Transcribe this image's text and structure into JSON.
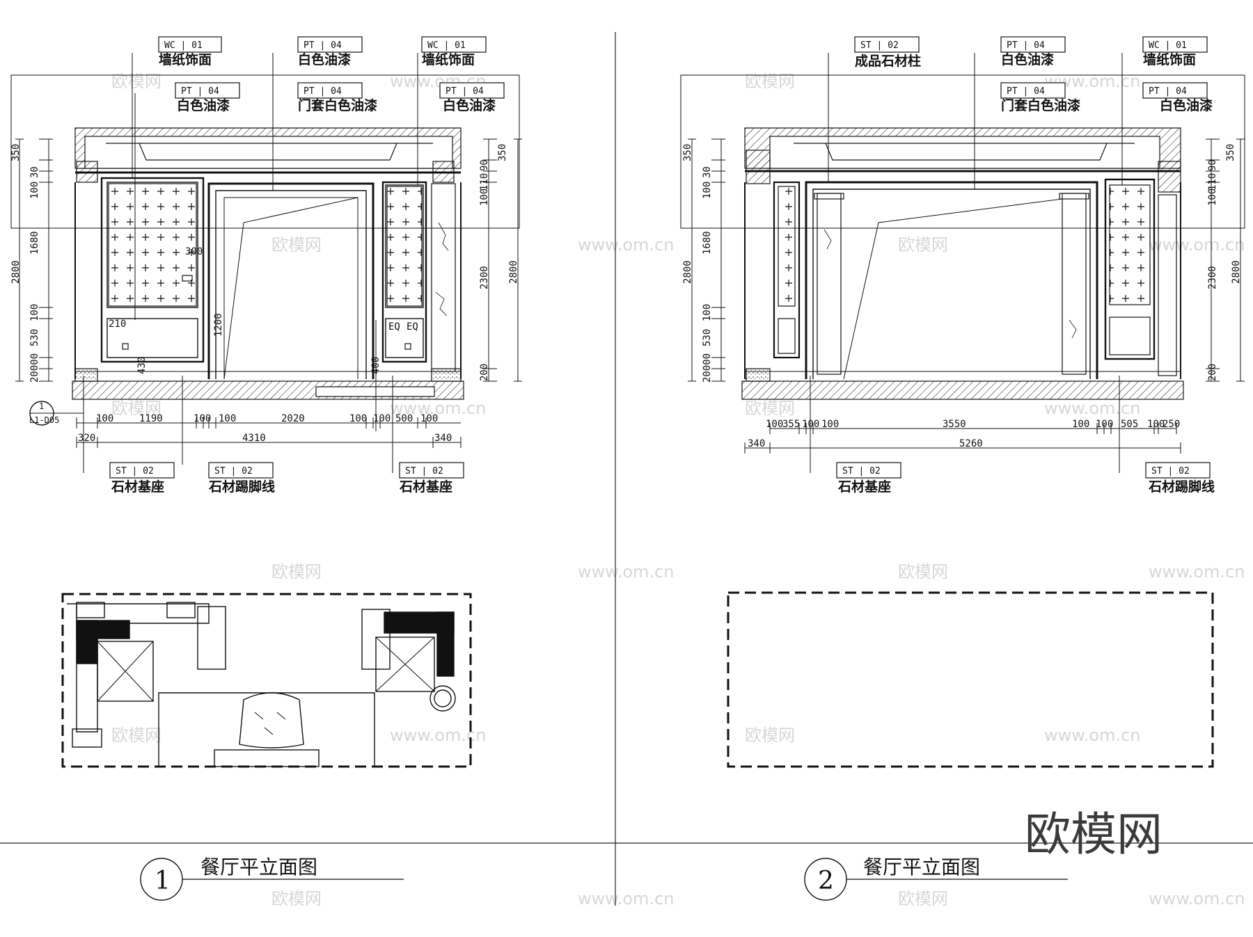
{
  "sheet": {
    "brand_watermark": "欧模网",
    "watermark_text": "欧模网",
    "watermark_url": "www.om.cn"
  },
  "view1": {
    "number": "1",
    "title": "餐厅平立面图",
    "callouts_top": [
      {
        "code": "WC | 01",
        "name": "墙纸饰面"
      },
      {
        "code": "PT | 04",
        "name": "白色油漆"
      },
      {
        "code": "WC | 01",
        "name": "墙纸饰面"
      },
      {
        "code": "PT | 04",
        "name": "白色油漆"
      },
      {
        "code": "PT | 04",
        "name": "门套白色油漆"
      },
      {
        "code": "PT | 04",
        "name": "白色油漆"
      }
    ],
    "callouts_bottom": [
      {
        "code": "ST | 02",
        "name": "石材基座"
      },
      {
        "code": "ST | 02",
        "name": "石材踢脚线"
      },
      {
        "code": "ST | 02",
        "name": "石材基座"
      }
    ],
    "left_dims": [
      "350",
      "30",
      "100",
      "1680",
      "100",
      "530",
      "200",
      "2800",
      "20000"
    ],
    "right_dims": [
      "350",
      "90",
      "110",
      "100",
      "2300",
      "2800",
      "200"
    ],
    "bottom_dims": [
      "100",
      "1190",
      "100",
      "100",
      "2020",
      "100",
      "100",
      "500",
      "100"
    ],
    "bottom_dims2": [
      "320",
      "4310",
      "340"
    ],
    "inner_dims": [
      "300",
      "210",
      "1200",
      "EQ",
      "EQ",
      "400",
      "430"
    ],
    "section_marker": {
      "top": "1",
      "bottom": "L1-D05"
    }
  },
  "view2": {
    "number": "2",
    "title": "餐厅平立面图",
    "callouts_top": [
      {
        "code": "ST | 02",
        "name": "成品石材柱"
      },
      {
        "code": "PT | 04",
        "name": "白色油漆"
      },
      {
        "code": "WC | 01",
        "name": "墙纸饰面"
      },
      {
        "code": "PT | 04",
        "name": "门套白色油漆"
      },
      {
        "code": "PT | 04",
        "name": "白色油漆"
      }
    ],
    "callouts_bottom": [
      {
        "code": "ST | 02",
        "name": "石材基座"
      },
      {
        "code": "ST | 02",
        "name": "石材踢脚线"
      }
    ],
    "left_dims": [
      "350",
      "30",
      "100",
      "1680",
      "100",
      "530",
      "200",
      "2800",
      "20000"
    ],
    "right_dims": [
      "350",
      "90",
      "110",
      "100",
      "2300",
      "2800",
      "200"
    ],
    "bottom_dims": [
      "100",
      "355",
      "100",
      "100",
      "3550",
      "100",
      "100",
      "505",
      "100",
      "250"
    ],
    "bottom_dims2": [
      "340",
      "5260"
    ]
  },
  "colors": {
    "line": "#111111",
    "watermark": "#d7d7d7",
    "brand": "#3a3a3a"
  }
}
